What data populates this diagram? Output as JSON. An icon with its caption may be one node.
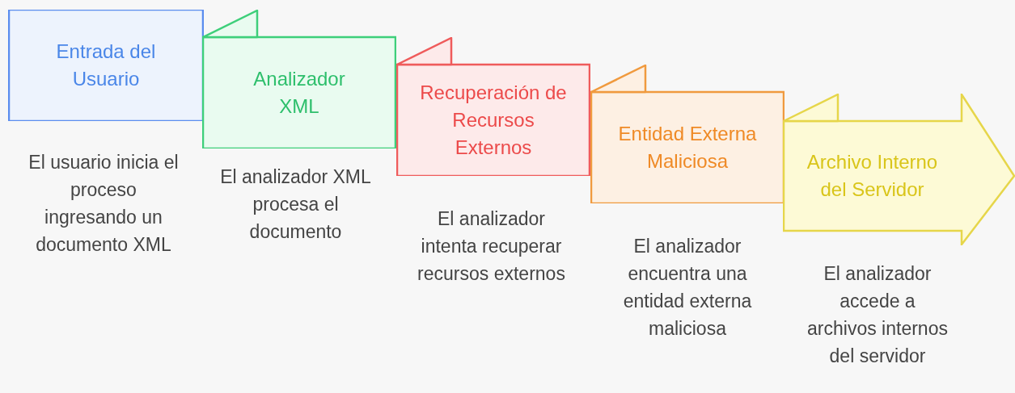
{
  "diagram": {
    "nodes": [
      {
        "text": [
          "Entrada del Usuario"
        ],
        "beside": [
          "El usuario inicia el proceso ingresando un documento XML"
        ]
      },
      {
        "text": [
          "Analizador XML"
        ],
        "beside": [
          "El analizador XML procesa el documento"
        ]
      },
      {
        "text": [
          "Recuperación de Recursos Externos"
        ],
        "beside": [
          "El analizador intenta recuperar recursos externos"
        ]
      },
      {
        "text": [
          "Entidad Externa Maliciosa"
        ],
        "beside": [
          "El analizador encuentra una entidad externa maliciosa"
        ]
      },
      {
        "text": [
          "Archivo Interno del Servidor"
        ],
        "beside": [
          "El analizador accede a archivos internos del servidor"
        ]
      }
    ]
  }
}
